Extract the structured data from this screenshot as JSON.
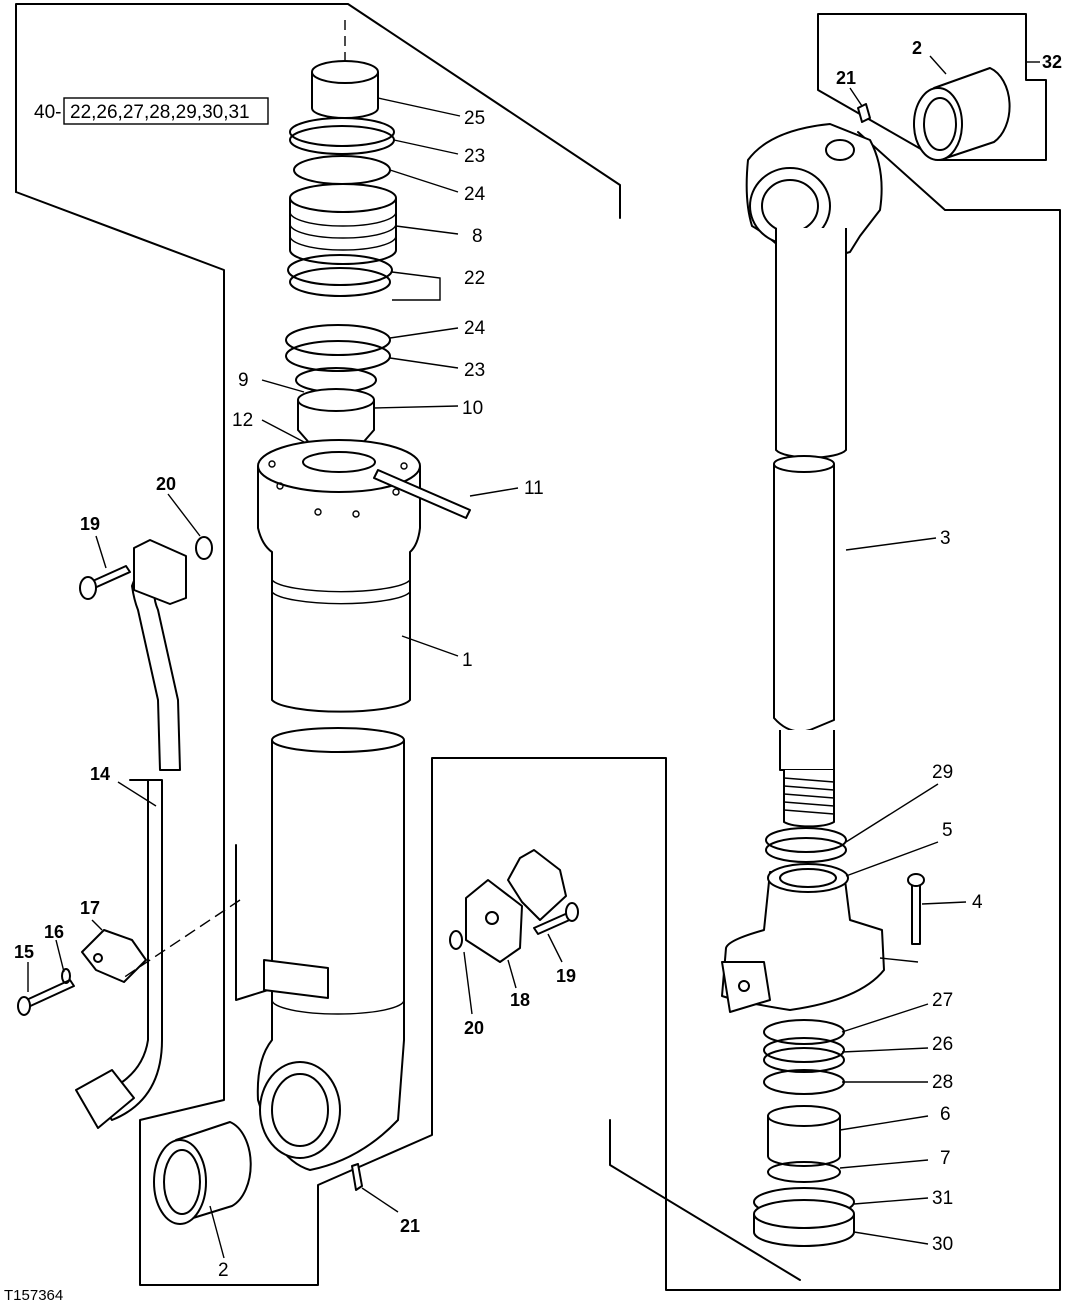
{
  "figure_id": "T157364",
  "kit": {
    "number": "40-",
    "contents": "22,26,27,28,29,30,31"
  },
  "callouts": {
    "c1": "1",
    "c2a": "2",
    "c2b": "2",
    "c3": "3",
    "c4": "4",
    "c5": "5",
    "c6": "6",
    "c7": "7",
    "c8": "8",
    "c9": "9",
    "c10": "10",
    "c11": "11",
    "c12": "12",
    "c14": "14",
    "c15": "15",
    "c16": "16",
    "c17": "17",
    "c18": "18",
    "c19a": "19",
    "c19b": "19",
    "c20a": "20",
    "c20b": "20",
    "c21a": "21",
    "c21b": "21",
    "c22": "22",
    "c23a": "23",
    "c23b": "23",
    "c24a": "24",
    "c24b": "24",
    "c25": "25",
    "c26": "26",
    "c27": "27",
    "c28": "28",
    "c29": "29",
    "c30": "30",
    "c31": "31",
    "c32": "32"
  }
}
